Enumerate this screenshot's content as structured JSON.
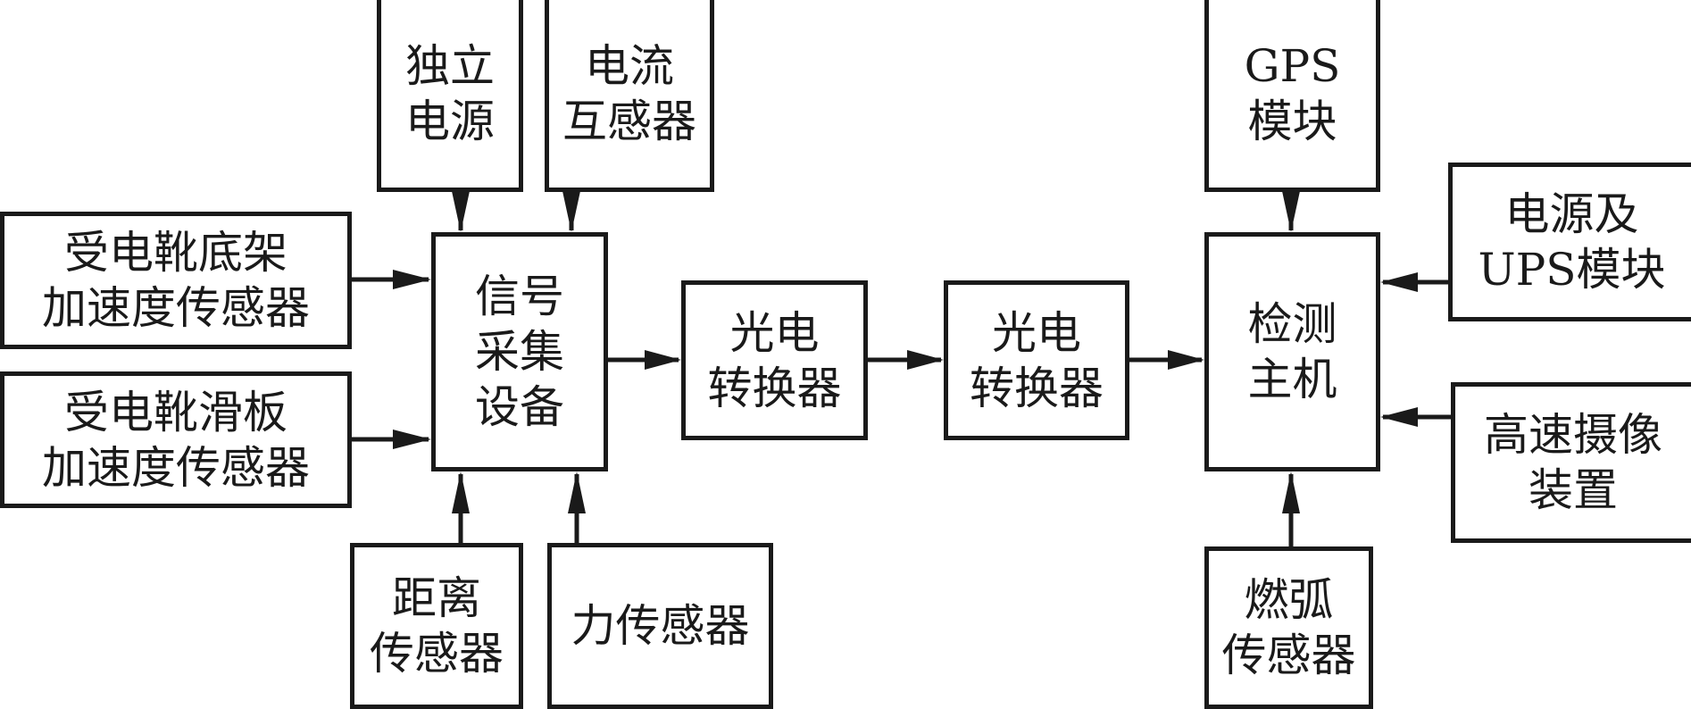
{
  "diagram": {
    "type": "block-diagram",
    "nodes": {
      "independent_power": {
        "label": "独立\n电源"
      },
      "current_transformer": {
        "label": "电流\n互感器"
      },
      "shoe_frame_accel": {
        "label": "受电靴底架\n加速度传感器"
      },
      "shoe_slider_accel": {
        "label": "受电靴滑板\n加速度传感器"
      },
      "signal_acquisition": {
        "label": "信号\n采集\n设备"
      },
      "distance_sensor": {
        "label": "距离\n传感器"
      },
      "force_sensor": {
        "label": "力传感器"
      },
      "optical_converter_1": {
        "label": "光电\n转换器"
      },
      "optical_converter_2": {
        "label": "光电\n转换器"
      },
      "gps_module": {
        "label": "GPS\n模块"
      },
      "detection_host": {
        "label": "检测\n主机"
      },
      "power_ups": {
        "label": "电源及\nUPS模块"
      },
      "high_speed_camera": {
        "label": "高速摄像\n装置"
      },
      "arc_sensor": {
        "label": "燃弧\n传感器"
      }
    },
    "edges": [
      {
        "from": "independent_power",
        "to": "signal_acquisition"
      },
      {
        "from": "current_transformer",
        "to": "signal_acquisition"
      },
      {
        "from": "shoe_frame_accel",
        "to": "signal_acquisition"
      },
      {
        "from": "shoe_slider_accel",
        "to": "signal_acquisition"
      },
      {
        "from": "distance_sensor",
        "to": "signal_acquisition"
      },
      {
        "from": "force_sensor",
        "to": "signal_acquisition"
      },
      {
        "from": "signal_acquisition",
        "to": "optical_converter_1"
      },
      {
        "from": "optical_converter_1",
        "to": "optical_converter_2"
      },
      {
        "from": "optical_converter_2",
        "to": "detection_host"
      },
      {
        "from": "gps_module",
        "to": "detection_host"
      },
      {
        "from": "power_ups",
        "to": "detection_host"
      },
      {
        "from": "high_speed_camera",
        "to": "detection_host"
      },
      {
        "from": "arc_sensor",
        "to": "detection_host"
      }
    ]
  }
}
